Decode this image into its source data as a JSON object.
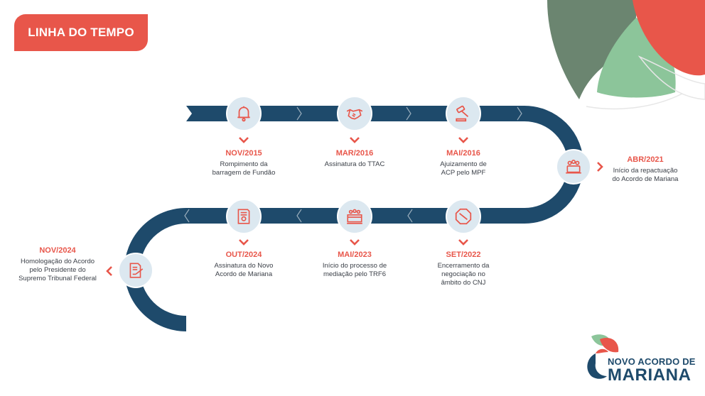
{
  "header": {
    "title": "LINHA DO TEMPO"
  },
  "events": [
    {
      "date": "NOV/2015",
      "line1": "Rompimento da",
      "line2": "barragem de Fundão",
      "line3": "",
      "icon": "bell-icon"
    },
    {
      "date": "MAR/2016",
      "line1": "Assinatura do TTAC",
      "line2": "",
      "line3": "",
      "icon": "handshake-icon"
    },
    {
      "date": "MAI/2016",
      "line1": "Ajuizamento de",
      "line2": "ACP pelo MPF",
      "line3": "",
      "icon": "gavel-icon"
    },
    {
      "date": "ABR/2021",
      "line1": "Início da repactuação",
      "line2": "do Acordo de Mariana",
      "line3": "",
      "icon": "meeting-icon"
    },
    {
      "date": "SET/2022",
      "line1": "Encerramento da",
      "line2": "negociação no",
      "line3": "âmbito do CNJ",
      "icon": "stop-icon"
    },
    {
      "date": "MAI/2023",
      "line1": "Início do processo de",
      "line2": "mediação pelo TRF6",
      "line3": "",
      "icon": "tribunal-icon"
    },
    {
      "date": "OUT/2024",
      "line1": "Assinatura do Novo",
      "line2": "Acordo de Mariana",
      "line3": "",
      "icon": "certificate-icon"
    },
    {
      "date": "NOV/2024",
      "line1": "Homologação do Acordo",
      "line2": "pelo Presidente do",
      "line3": "Supremo Tribunal Federal",
      "icon": "document-signature-icon"
    }
  ],
  "logo": {
    "line1": "NOVO ACORDO DE",
    "line2": "MARIANA"
  },
  "colors": {
    "road": "#1e4a6b",
    "accent": "#e8564a",
    "node_bg": "#dce8f0",
    "green": "#8cc59a",
    "gray_green": "#6b8570"
  }
}
